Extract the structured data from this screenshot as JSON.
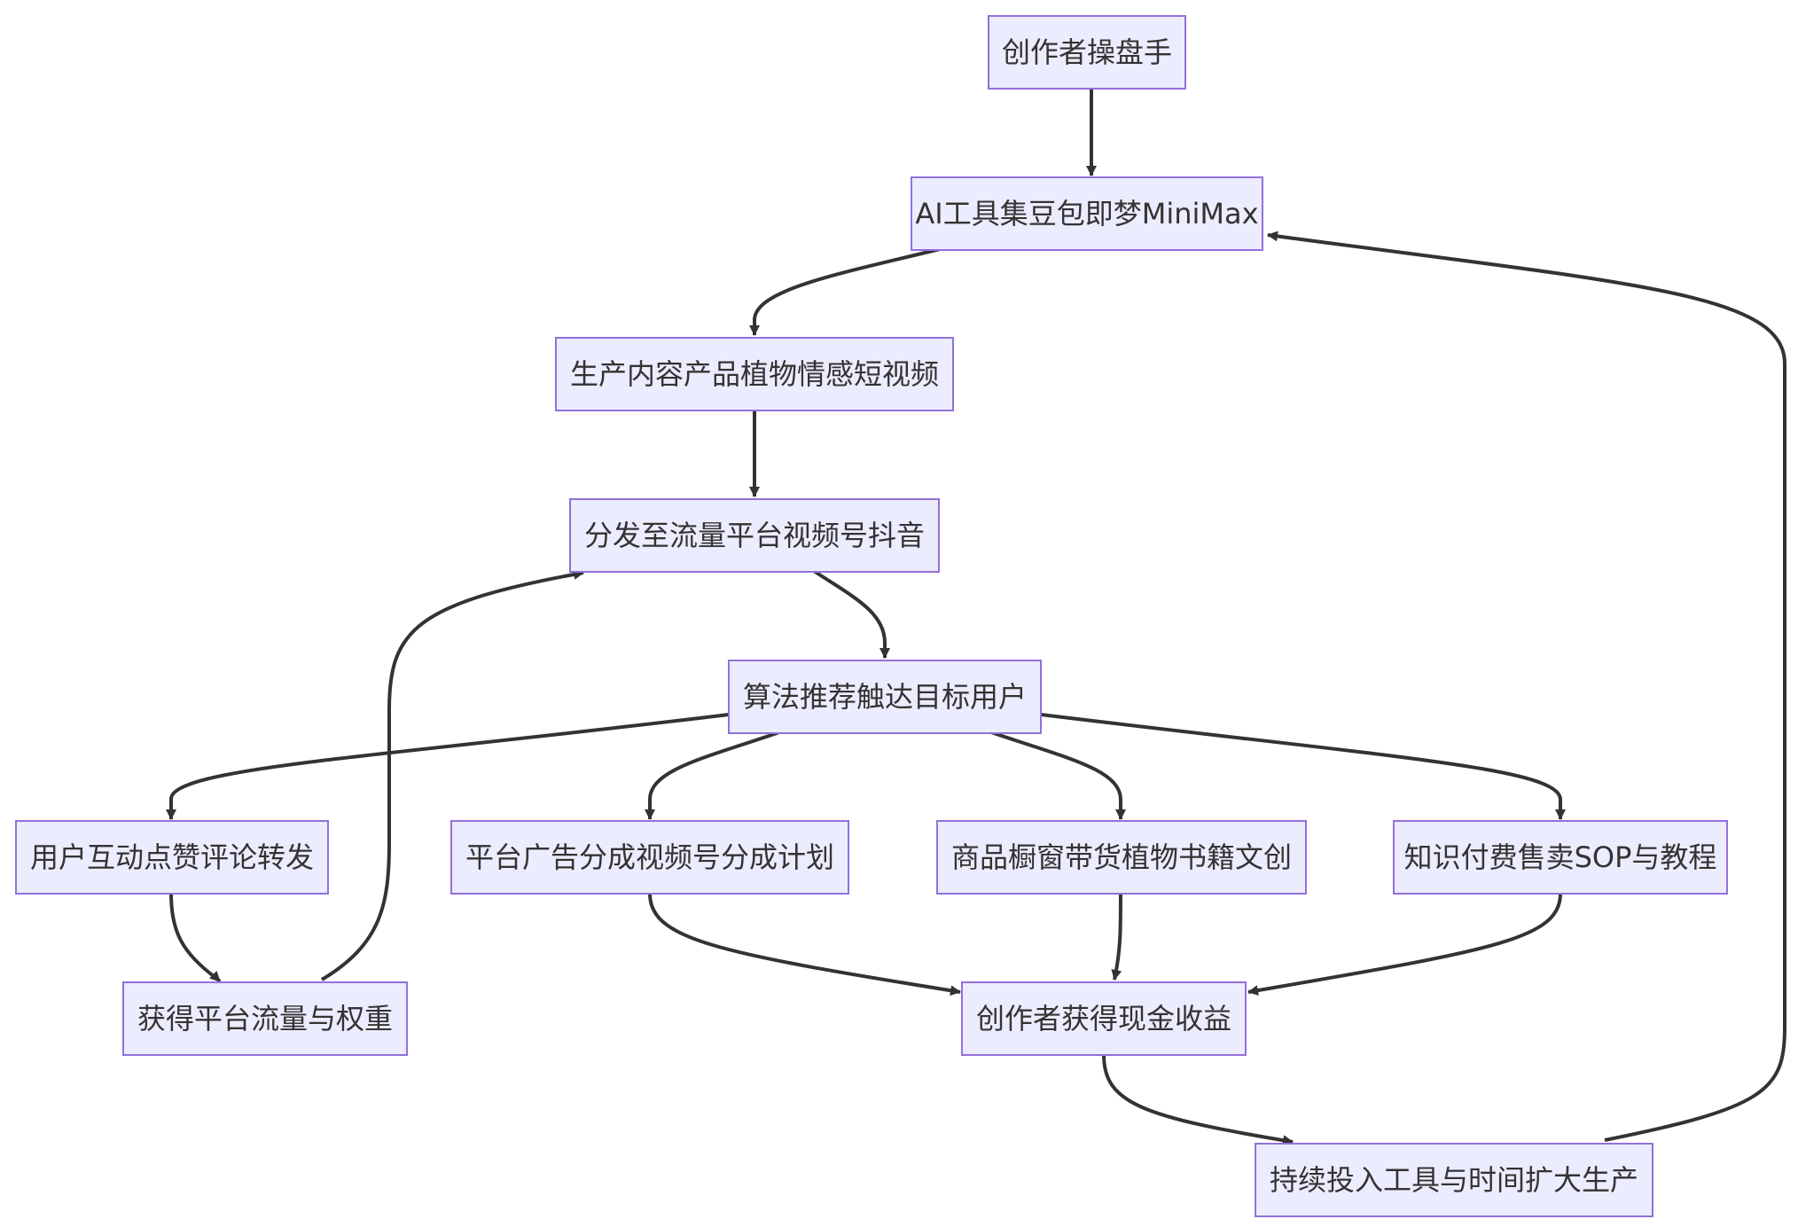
{
  "nodes": {
    "creator": "创作者操盘手",
    "ai_tools": "AI工具集豆包即梦MiniMax",
    "produce": "生产内容产品植物情感短视频",
    "distribute": "分发至流量平台视频号抖音",
    "algorithm": "算法推荐触达目标用户",
    "interaction": "用户互动点赞评论转发",
    "ad_share": "平台广告分成视频号分成计划",
    "showcase": "商品橱窗带货植物书籍文创",
    "knowledge": "知识付费售卖SOP与教程",
    "traffic": "获得平台流量与权重",
    "income": "创作者获得现金收益",
    "reinvest": "持续投入工具与时间扩大生产"
  },
  "colors": {
    "node_fill": "#ececff",
    "node_stroke": "#9370db",
    "edge": "#333333",
    "text": "#333333"
  }
}
